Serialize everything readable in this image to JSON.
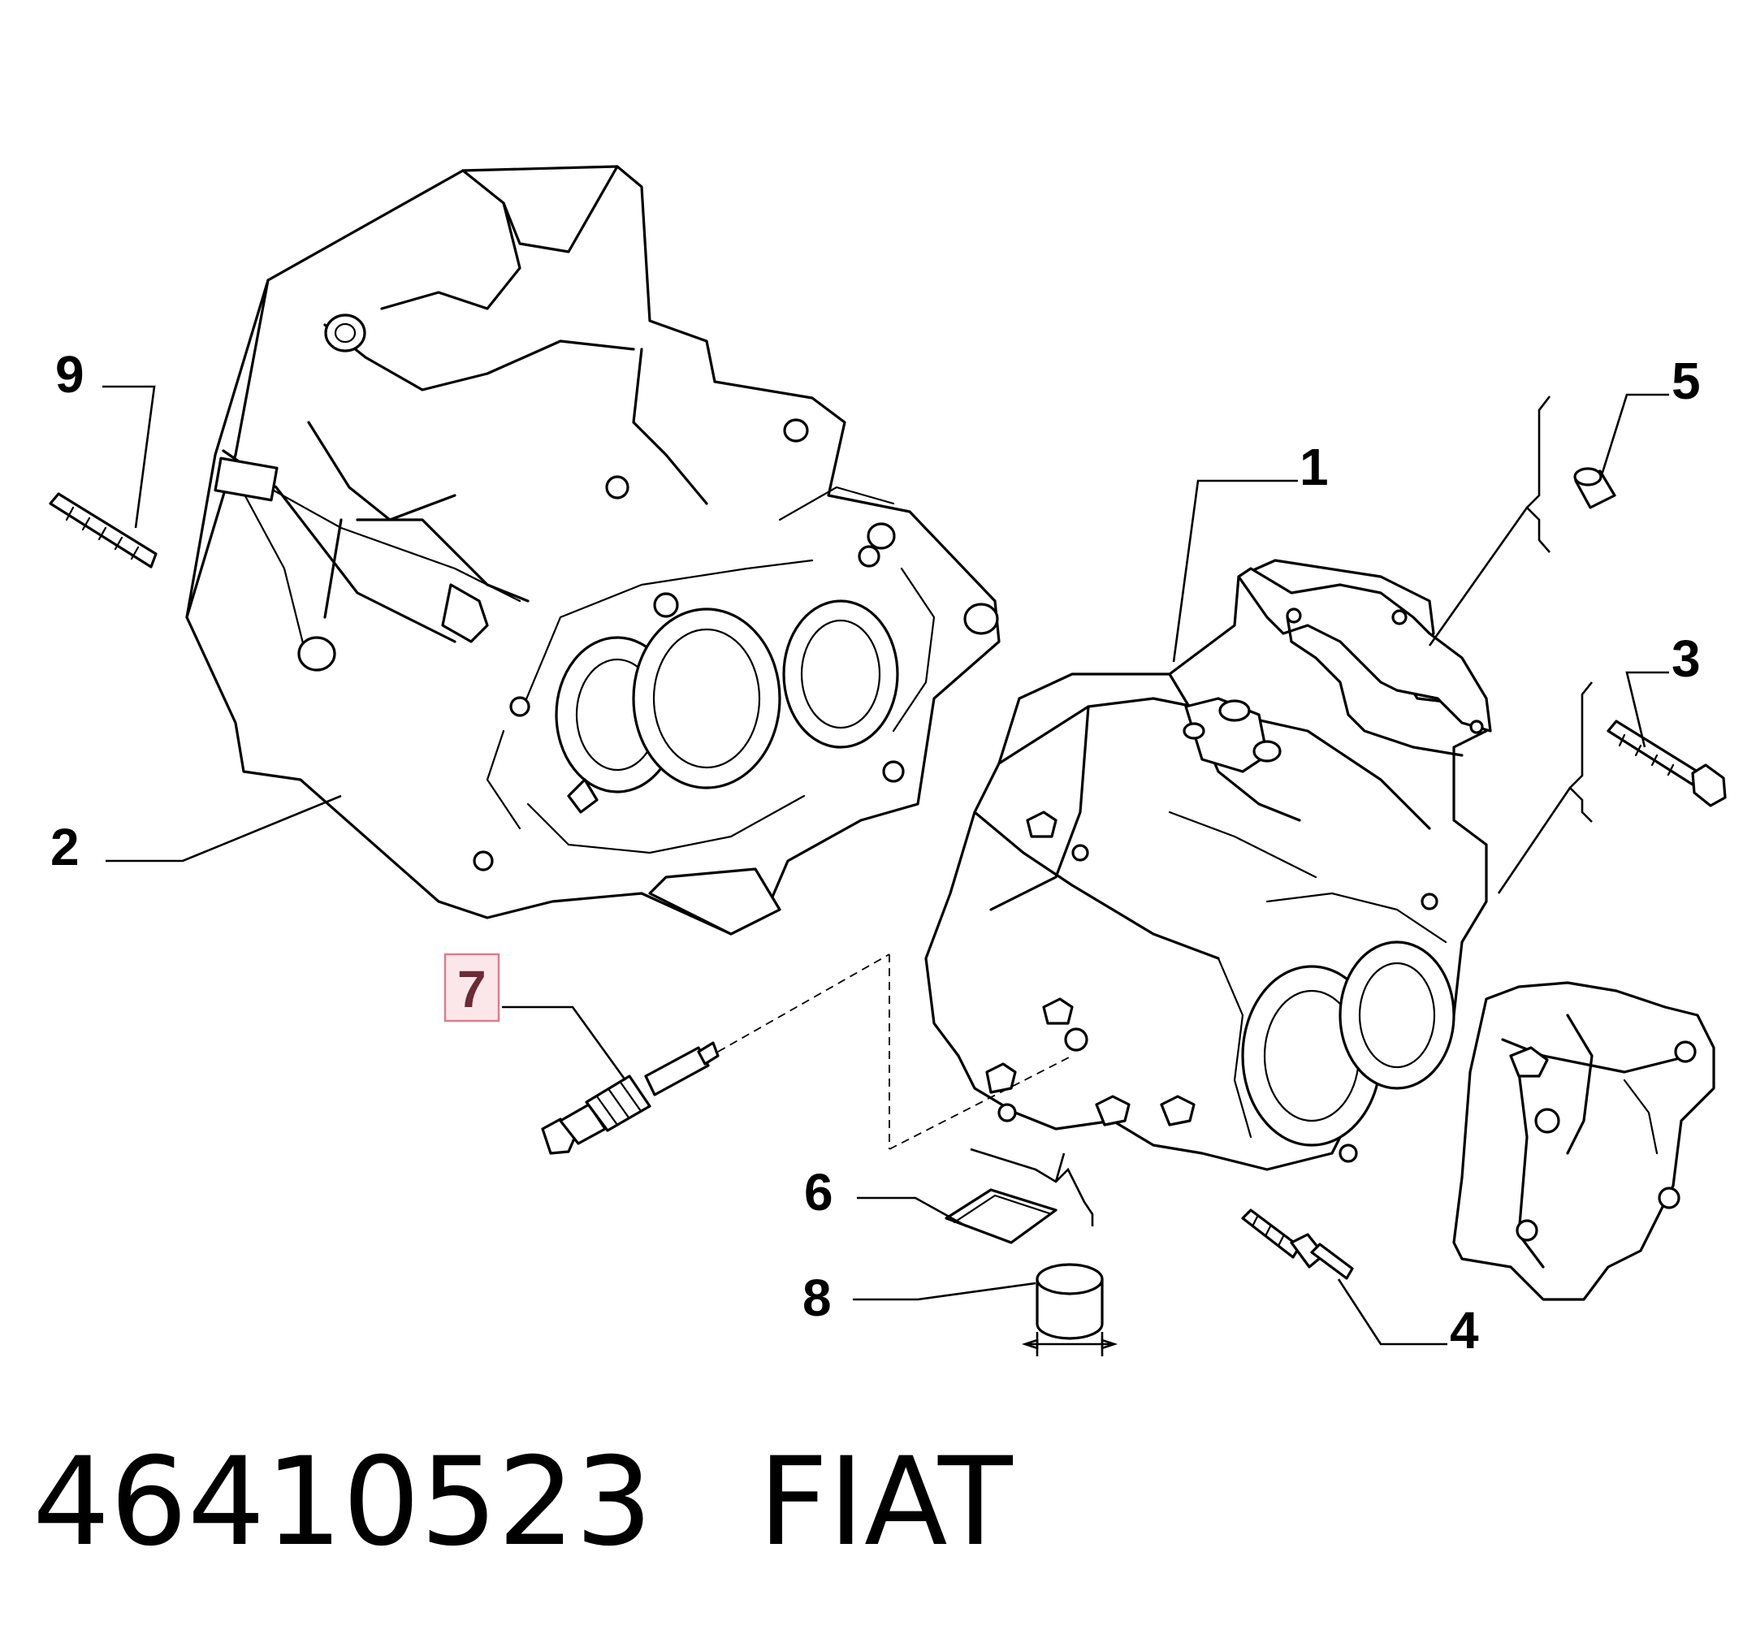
{
  "diagram": {
    "callouts": [
      {
        "id": "1",
        "label": "1"
      },
      {
        "id": "2",
        "label": "2"
      },
      {
        "id": "3",
        "label": "3"
      },
      {
        "id": "4",
        "label": "4"
      },
      {
        "id": "5",
        "label": "5"
      },
      {
        "id": "6",
        "label": "6"
      },
      {
        "id": "7",
        "label": "7",
        "highlighted": true
      },
      {
        "id": "8",
        "label": "8"
      },
      {
        "id": "9",
        "label": "9"
      }
    ],
    "highlight_color": "#fbe7ea",
    "highlight_border": "#e07a86"
  },
  "footer": {
    "part_number": "46410523",
    "brand": "FIAT"
  }
}
